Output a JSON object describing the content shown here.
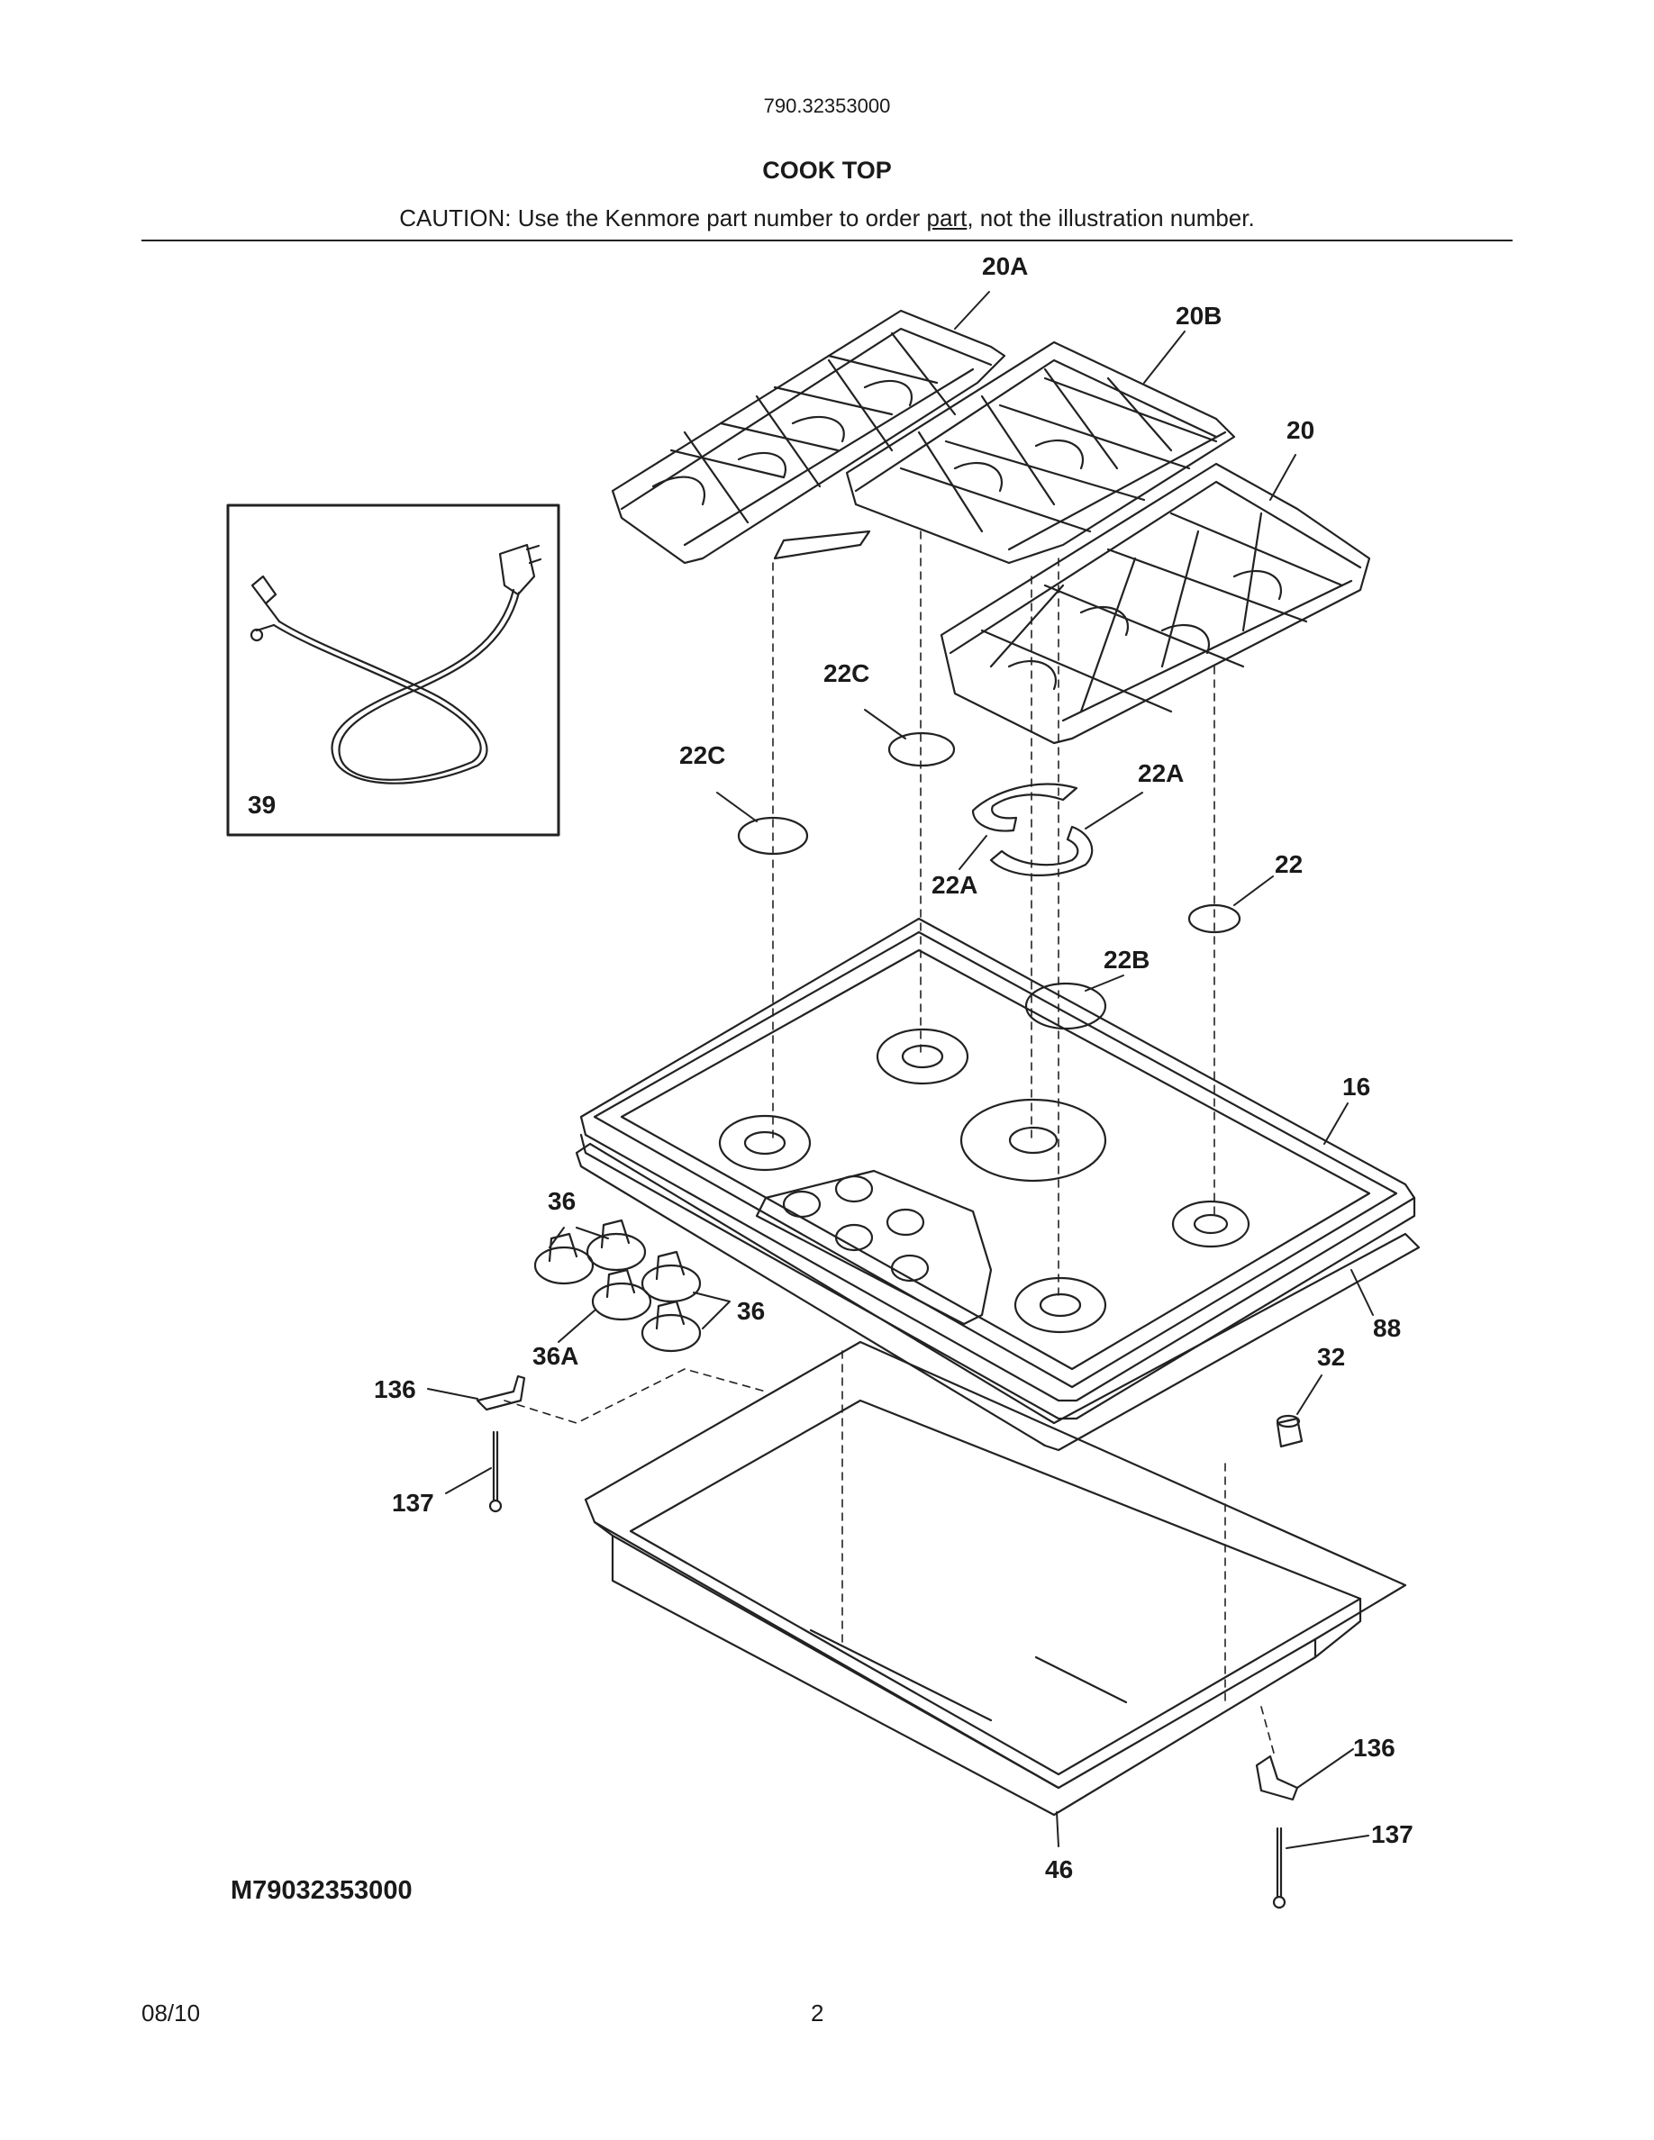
{
  "header": {
    "model_number": "790.32353000",
    "section_title": "COOK TOP",
    "caution_before": "CAUTION: Use the Kenmore part number to order ",
    "caution_link": "part",
    "caution_after": ", not the illustration number."
  },
  "callouts": {
    "c20A": "20A",
    "c20B": "20B",
    "c20": "20",
    "c39": "39",
    "c22C_a": "22C",
    "c22C_b": "22C",
    "c22A_a": "22A",
    "c22A_b": "22A",
    "c22": "22",
    "c22B": "22B",
    "c16": "16",
    "c36_a": "36",
    "c36_b": "36",
    "c36A": "36A",
    "c88": "88",
    "c32": "32",
    "c136_a": "136",
    "c137_a": "137",
    "c136_b": "136",
    "c137_b": "137",
    "c46": "46"
  },
  "footer": {
    "diagram_code": "M79032353000",
    "date": "08/10",
    "page_number": "2"
  }
}
